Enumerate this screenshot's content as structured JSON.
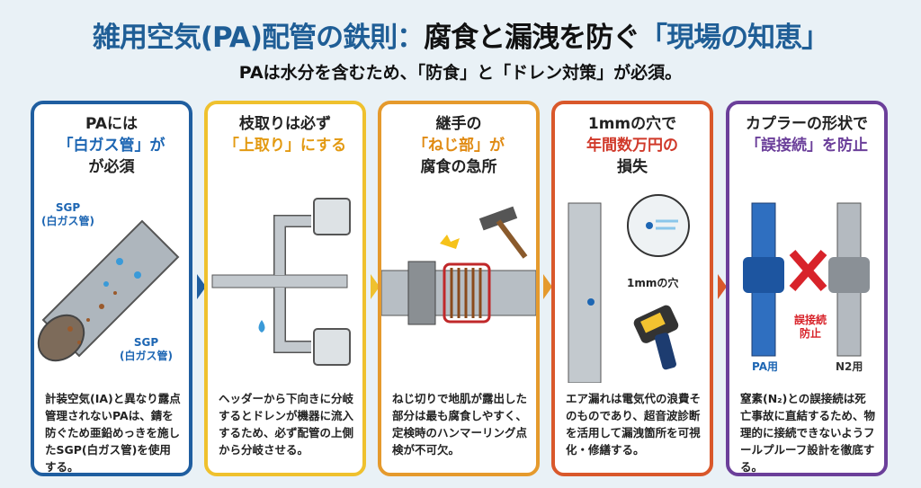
{
  "title": {
    "part1": "雑用空気(PA)配管の鉄則：",
    "part2": "腐食と漏洩を防ぐ",
    "part3": "「現場の知恵」"
  },
  "subtitle": "PAは水分を含むため、「防食」と「ドレン対策」が必須。",
  "colors": {
    "blue": "#1f5ea0",
    "yellow": "#efc12e",
    "orange": "#e59a2d",
    "red": "#d9582b",
    "purple": "#6b3f9a"
  },
  "panels": [
    {
      "head": [
        "PAには",
        "「白ガス管」が",
        "が必須"
      ],
      "labels": [
        "SGP\n(白ガス管)",
        "SGP\n(白ガス管)"
      ],
      "body": "計装空気(IA)と異なり露点管理されないPAは、錆を防ぐため亜鉛めっきを施したSGP(白ガス管)を使用する。"
    },
    {
      "head": [
        "枝取りは必ず",
        "「上取り」にする"
      ],
      "body": "ヘッダーから下向きに分岐するとドレンが機器に流入するため、必ず配管の上側から分岐させる。"
    },
    {
      "head": [
        "継手の",
        "「ねじ部」が",
        "腐食の急所"
      ],
      "body": "ねじ切りで地肌が露出した部分は最も腐食しやすく、定検時のハンマーリング点検が不可欠。"
    },
    {
      "head": [
        "1mmの穴で",
        "年間数万円の",
        "損失"
      ],
      "labels": [
        "1mmの穴"
      ],
      "body": "エア漏れは電気代の浪費そのものであり、超音波診断を活用して漏洩箇所を可視化・修繕する。"
    },
    {
      "head": [
        "カプラーの形状で",
        "「誤接続」を防止"
      ],
      "labels": [
        "誤接続\n防止",
        "PA用",
        "N2用"
      ],
      "body": "窒素(N₂)との誤接続は死亡事故に直結するため、物理的に接続できないようフールプルーフ設計を徹底する。"
    }
  ]
}
